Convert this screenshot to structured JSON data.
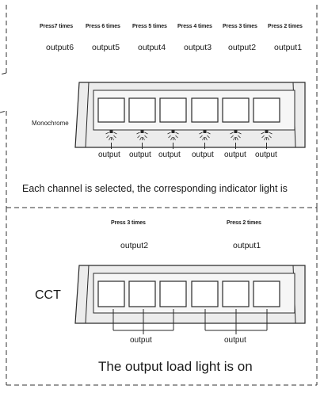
{
  "top_section": {
    "presses": [
      "Press7 times",
      "Press 6 times",
      "Press 5 times",
      "Press 4 times",
      "Press 3 times",
      "Press 2 times"
    ],
    "outputs": [
      "output6",
      "output5",
      "output4",
      "output3",
      "output2",
      "output1"
    ],
    "device_label": "Monochrome",
    "button_labels": [
      "output",
      "output",
      "output",
      "output",
      "output",
      "output"
    ],
    "caption": "Each channel is selected, the corresponding indicator light is"
  },
  "bottom_section": {
    "presses": [
      "Press 3 times",
      "Press 2 times"
    ],
    "outputs": [
      "output2",
      "output1"
    ],
    "device_label": "CCT",
    "group_labels": [
      "output",
      "output"
    ],
    "caption": "The output load light is on"
  },
  "colors": {
    "device_fill": "#ececec",
    "line": "#2a2a2a",
    "dash": "#333333"
  }
}
